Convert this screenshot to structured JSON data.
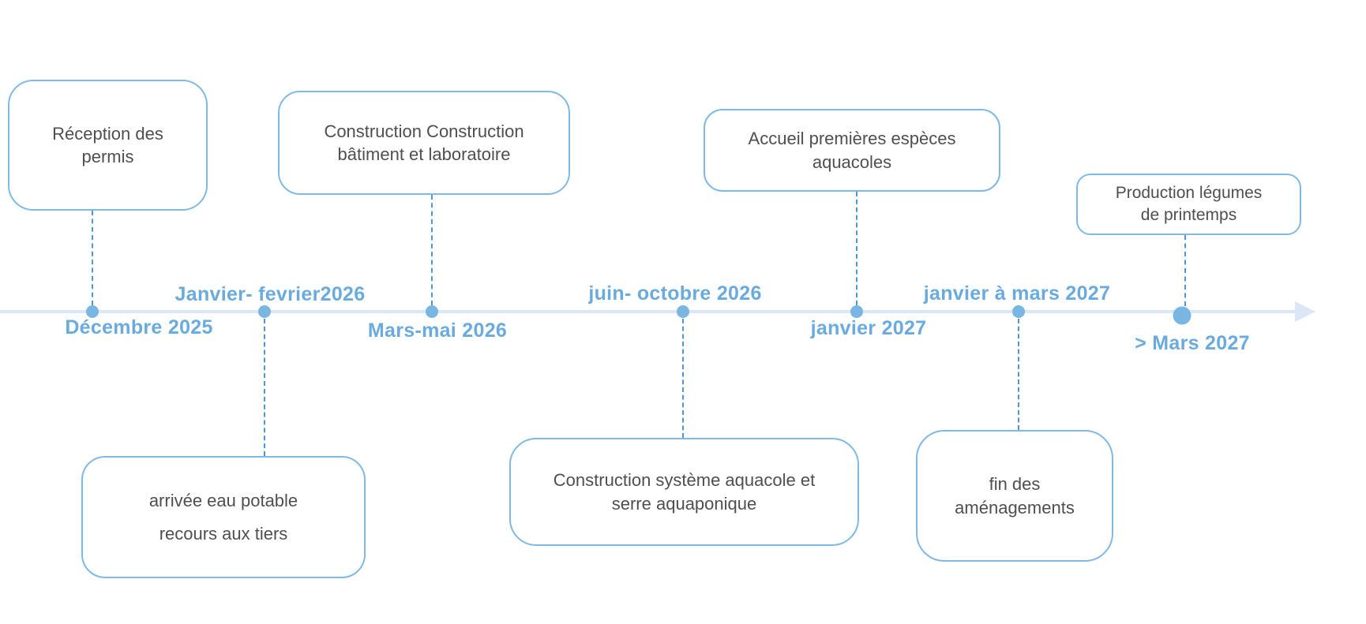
{
  "diagram_type": "project-timeline",
  "colors": {
    "date_label_blue": "#6aabdf",
    "dot_blue": "#7ab6e3",
    "box_border_blue": "#7fb9e8",
    "connector_blue": "#4f97d3",
    "axis_light_blue": "#dbe7f6",
    "box_text_gray": "#4f4f4f",
    "background": "#ffffff"
  },
  "milestones": [
    {
      "date": "Décembre 2025",
      "date_position": "below-line",
      "box": {
        "position": "above-line",
        "line1": "Réception des",
        "line2": "permis"
      }
    },
    {
      "date": "Janvier- fevrier2026",
      "date_position": "above-line",
      "box": {
        "position": "below-line",
        "line1": "arrivée eau potable",
        "line2": "recours aux tiers"
      }
    },
    {
      "date": "Mars-mai 2026",
      "date_position": "below-line",
      "box": {
        "position": "above-line",
        "line1": "Construction Construction",
        "line2": "bâtiment et laboratoire"
      }
    },
    {
      "date": "juin- octobre 2026",
      "date_position": "above-line",
      "box": {
        "position": "below-line",
        "line1": "Construction système aquacole et",
        "line2": "serre aquaponique"
      }
    },
    {
      "date": "janvier 2027",
      "date_position": "below-line",
      "box": {
        "position": "above-line",
        "line1": "Accueil premières espèces",
        "line2": "aquacoles"
      }
    },
    {
      "date": "janvier à mars 2027",
      "date_position": "above-line",
      "box": {
        "position": "below-line",
        "line1": "fin des",
        "line2": "aménagements"
      }
    },
    {
      "date": "> Mars 2027",
      "date_position": "below-line",
      "box": {
        "position": "above-line",
        "line1": "Production légumes",
        "line2": "de printemps"
      }
    }
  ]
}
